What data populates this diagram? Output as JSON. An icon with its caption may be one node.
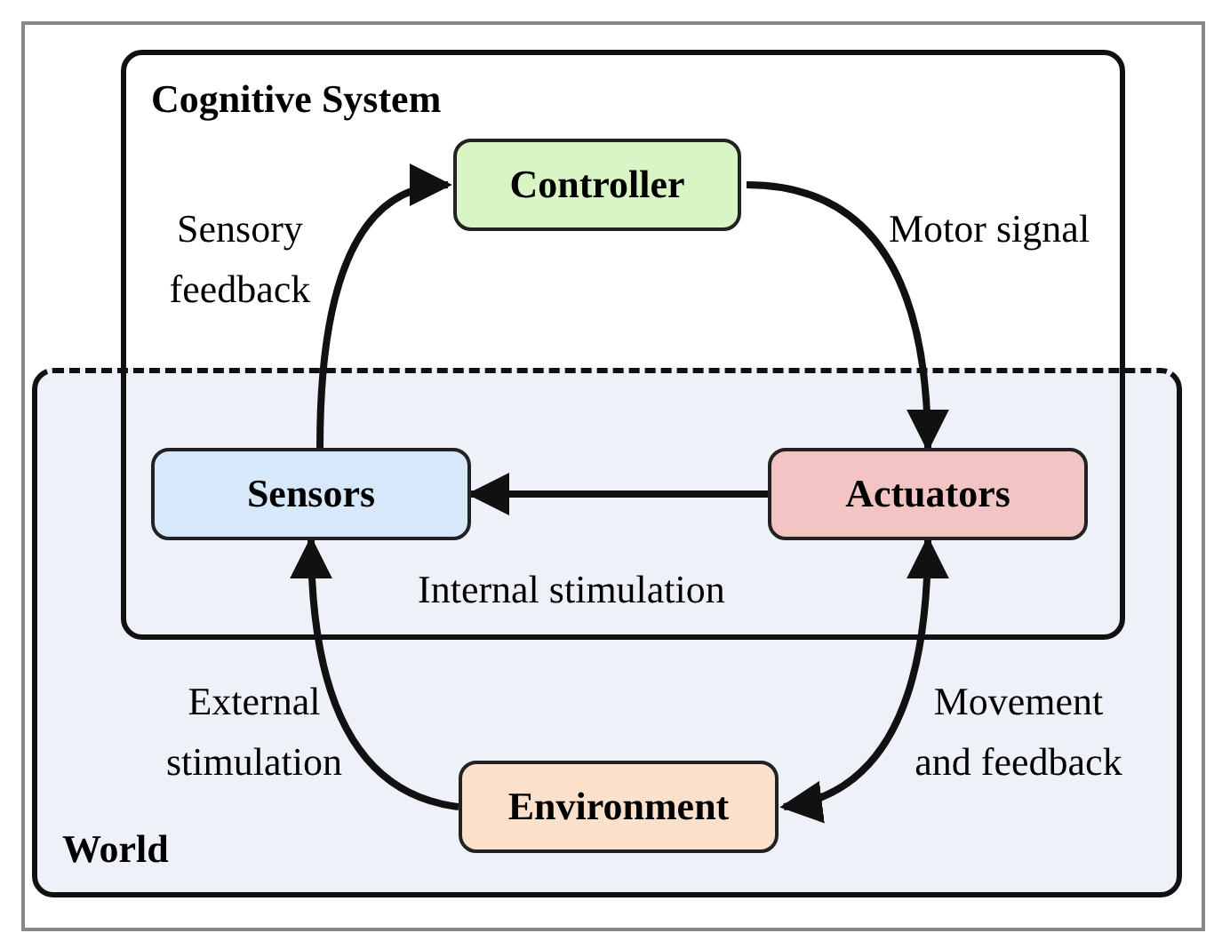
{
  "diagram": {
    "nodes": [
      {
        "text": [
          "Cognitive System"
        ]
      },
      {
        "text": [
          "World"
        ]
      },
      {
        "text": [
          "Controller"
        ],
        "in": 0
      },
      {
        "text": [
          "Sensors"
        ]
      },
      {
        "text": [
          "Actuators"
        ]
      },
      {
        "text": [
          "Environment"
        ],
        "in": 1
      }
    ],
    "edges": [
      {
        "from": 3,
        "to": 2,
        "arrow": "to",
        "label": "Sensory feedback"
      },
      {
        "from": 2,
        "to": 4,
        "arrow": "to",
        "label": "Motor signal"
      },
      {
        "from": 4,
        "to": 3,
        "arrow": "to",
        "label": "Internal stimulation"
      },
      {
        "from": 5,
        "to": 3,
        "arrow": "to",
        "label": "External stimulation"
      },
      {
        "from": 4,
        "to": 5,
        "arrow": "both",
        "label": "Movement and feedback"
      }
    ]
  }
}
